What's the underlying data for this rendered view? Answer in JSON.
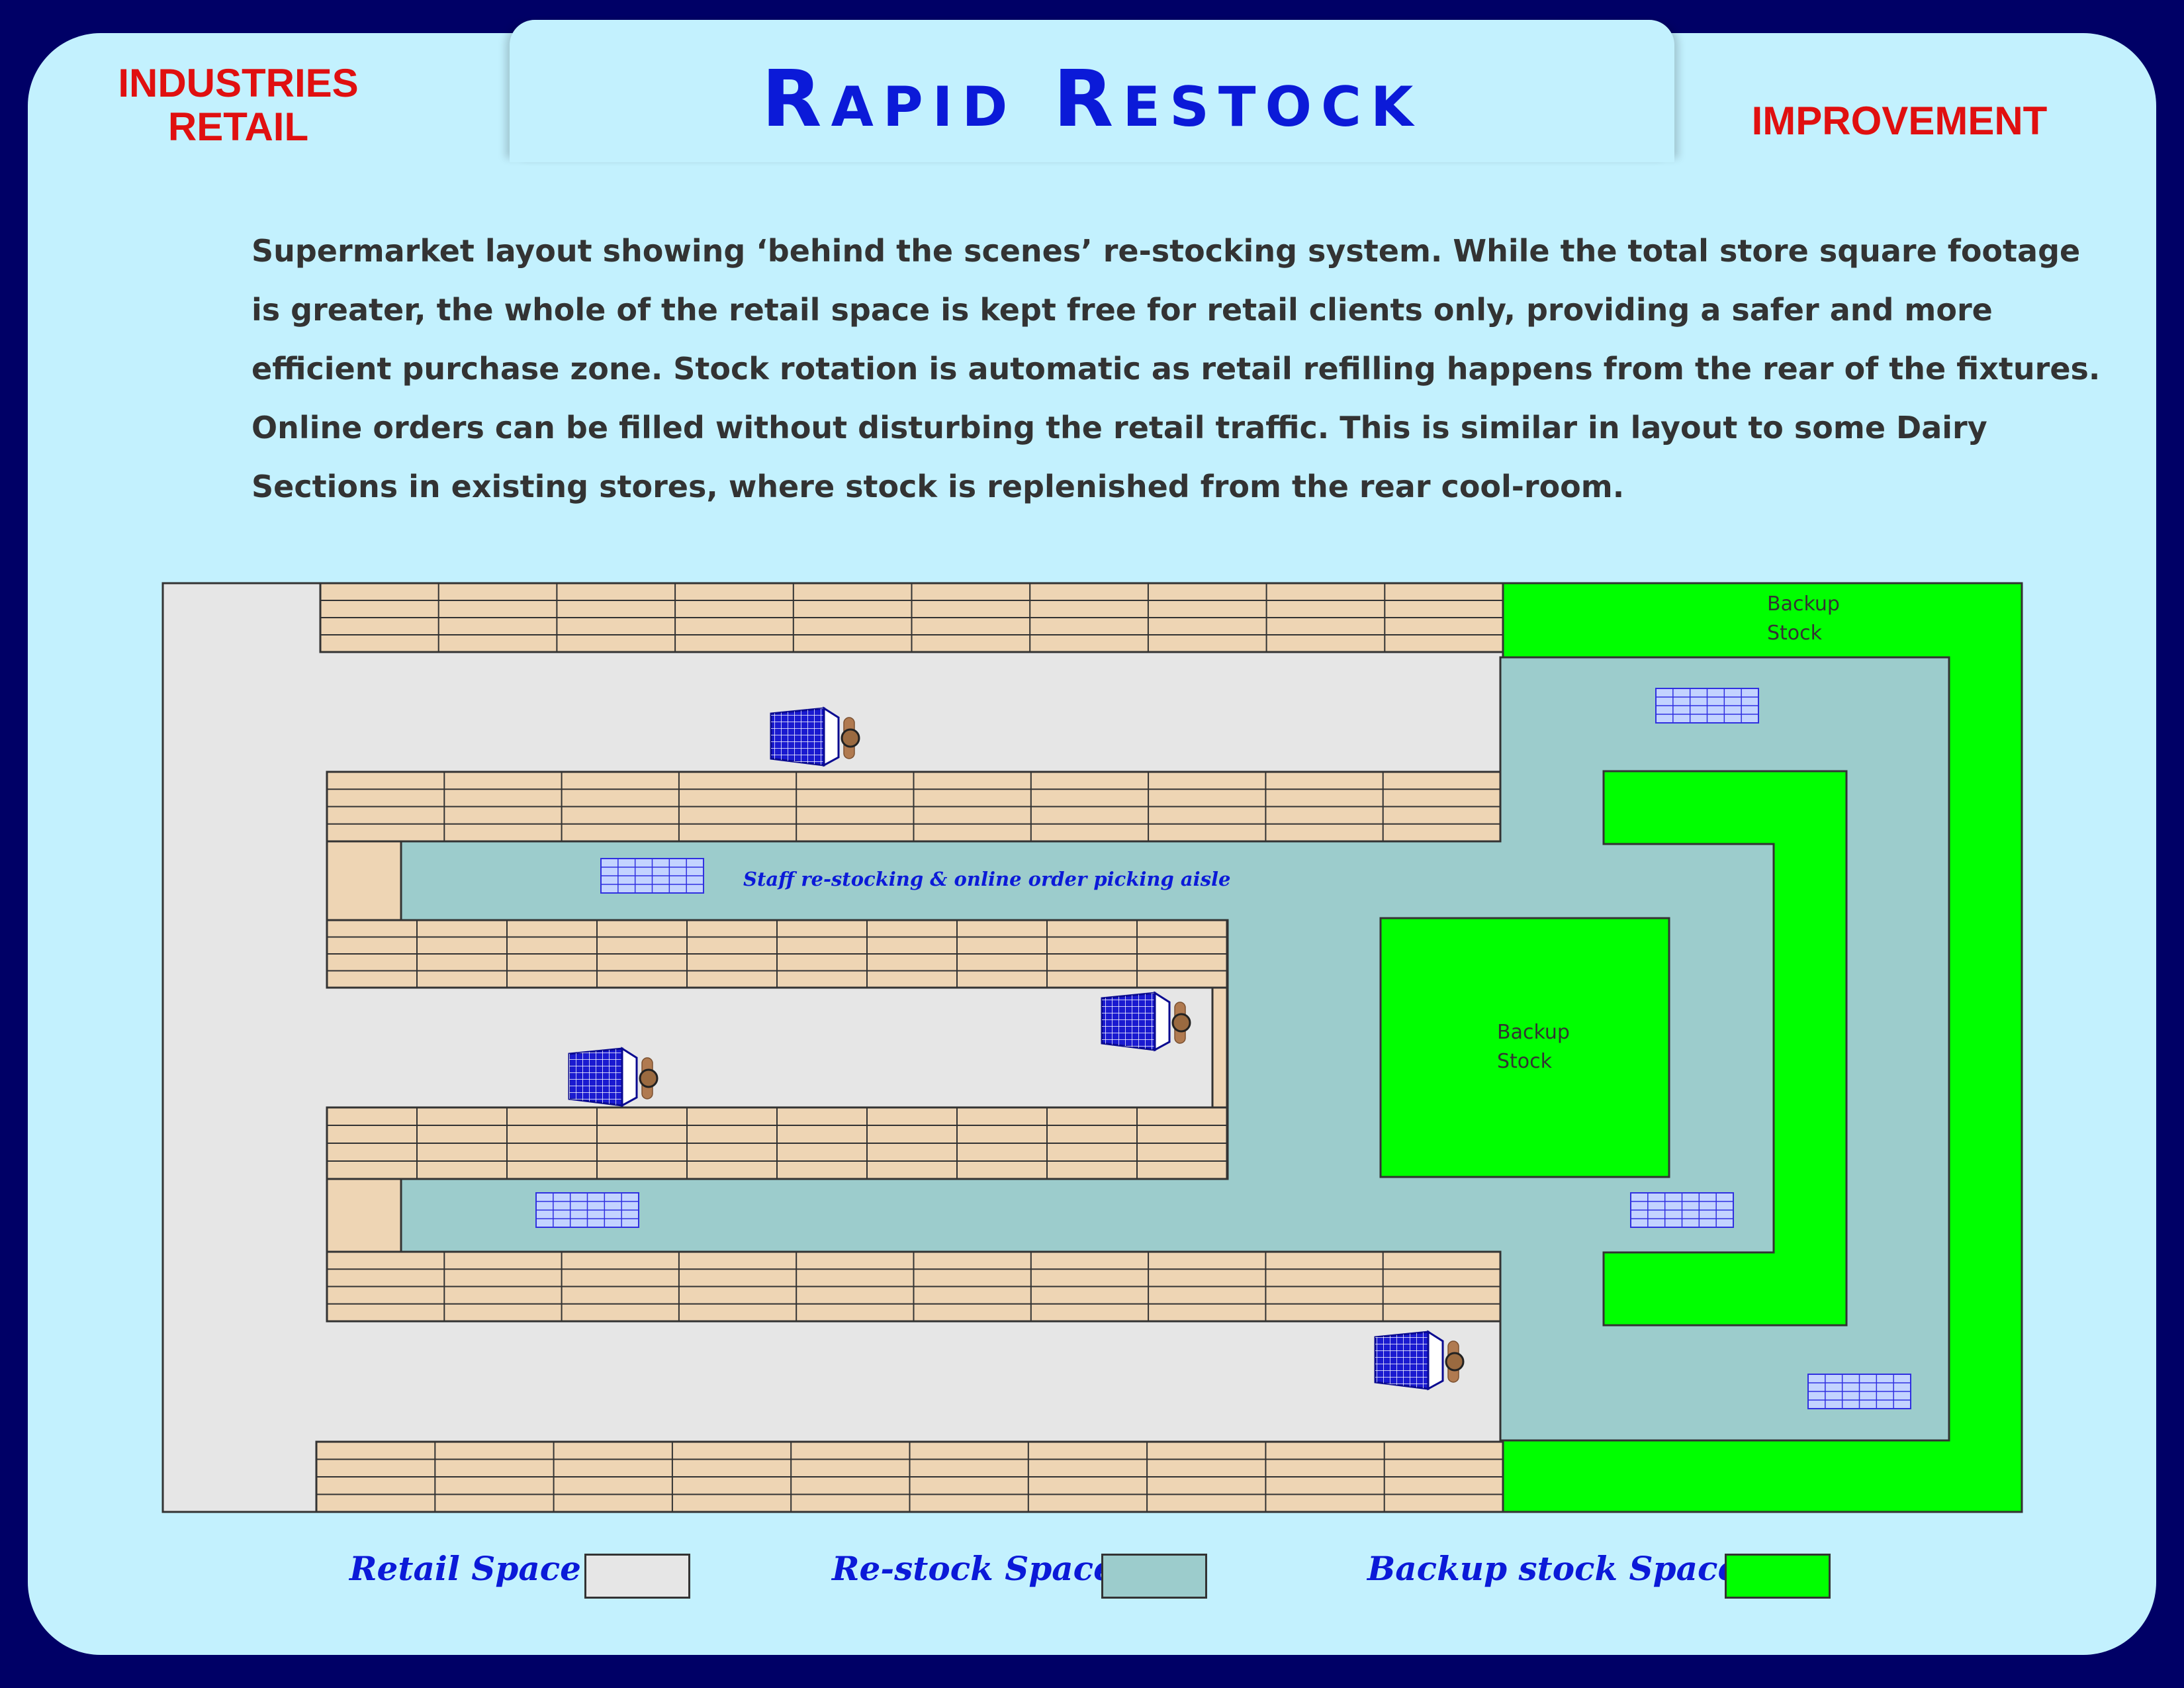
{
  "header": {
    "title": "Rapid Restock",
    "left_label_line1": "INDUSTRIES",
    "left_label_line2": "RETAIL",
    "right_label": "IMPROVEMENT"
  },
  "description": {
    "lines": [
      "Supermarket layout showing ‘behind the scenes’ re-stocking system. While the total store square footage",
      "is greater, the whole of the retail space  is kept free for retail clients only, providing a safer and more",
      "efficient purchase zone. Stock rotation is automatic as retail refilling happens from the rear of the fixtures.",
      "Online orders can be filled without disturbing the retail traffic. This is similar in layout to some Dairy",
      "Sections in existing stores, where stock is replenished from the rear cool-room."
    ]
  },
  "diagram": {
    "backup_top_line1": "Backup",
    "backup_top_line2": "Stock",
    "backup_center_line1": "Backup",
    "backup_center_line2": "Stock",
    "aisle_label": "Staff re-stocking  & online order picking aisle"
  },
  "legend": {
    "retail": "Retail Space",
    "restock": "Re-stock Space",
    "backup": "Backup stock Space"
  },
  "colors": {
    "retail": "#e6e6e6",
    "restock": "#9ccccc",
    "backup": "#00ff00",
    "shelf": "#eed5b4",
    "cart": "#1a1ad0"
  }
}
